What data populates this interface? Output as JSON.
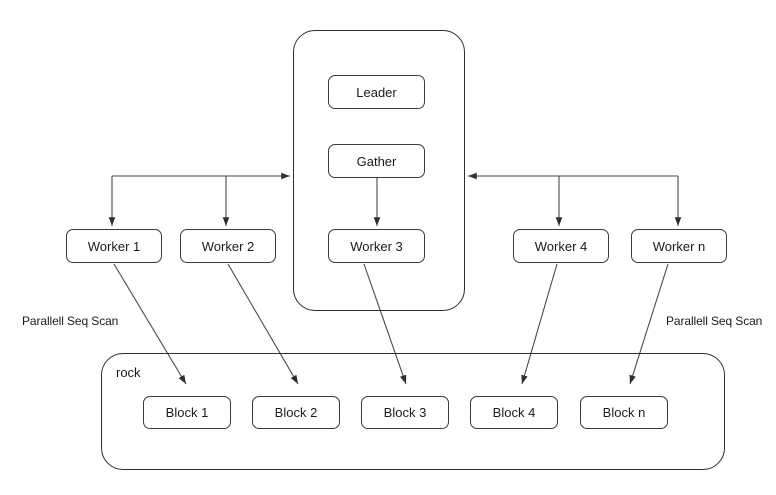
{
  "diagram": {
    "title_group_label": "rock",
    "coordinator": {
      "name": "coordinator-group",
      "nodes": [
        {
          "id": "leader",
          "label": "Leader"
        },
        {
          "id": "gather",
          "label": "Gather"
        },
        {
          "id": "worker3",
          "label": "Worker 3"
        }
      ]
    },
    "workers": [
      {
        "id": "worker1",
        "label": "Worker 1"
      },
      {
        "id": "worker2",
        "label": "Worker 2"
      },
      {
        "id": "worker4",
        "label": "Worker 4"
      },
      {
        "id": "workern",
        "label": "Worker n"
      }
    ],
    "blocks": [
      {
        "id": "block1",
        "label": "Block 1"
      },
      {
        "id": "block2",
        "label": "Block 2"
      },
      {
        "id": "block3",
        "label": "Block 3"
      },
      {
        "id": "block4",
        "label": "Block 4"
      },
      {
        "id": "blockn",
        "label": "Block n"
      }
    ],
    "annotations": {
      "left_scan": "Parallell Seq Scan",
      "right_scan": "Parallell Seq Scan"
    },
    "colors": {
      "stroke": "#3b3b3b",
      "group_stroke": "#2e2e2e",
      "edge": "#4a4a4a",
      "text": "#1b1b1b",
      "background": "#ffffff"
    }
  }
}
